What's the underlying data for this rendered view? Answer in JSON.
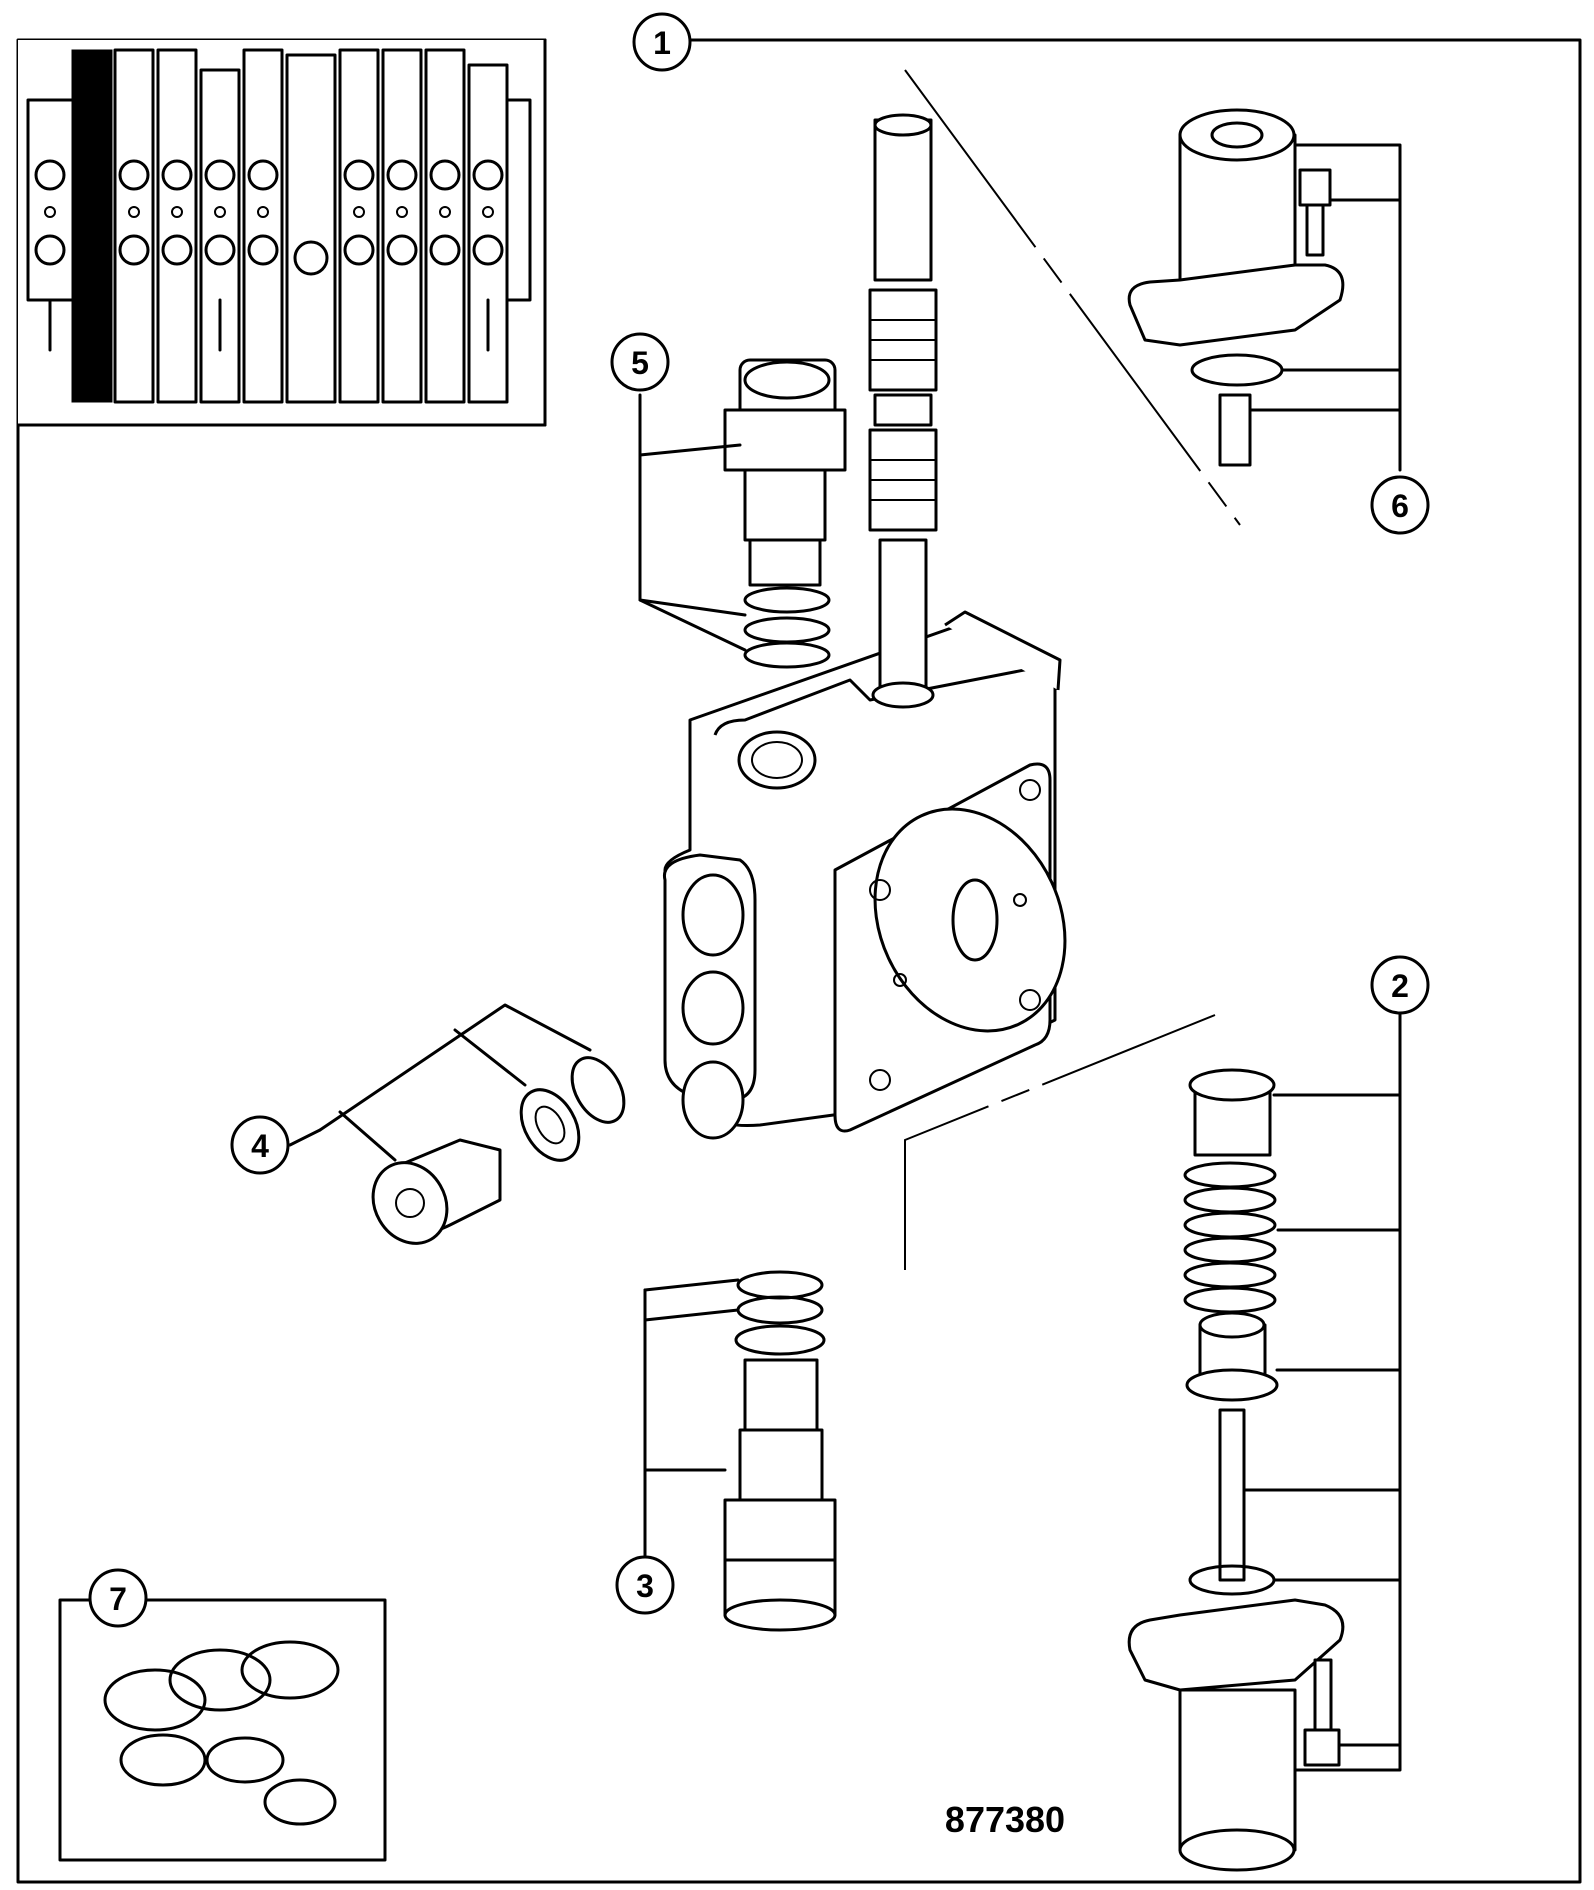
{
  "callouts": [
    "1",
    "2",
    "3",
    "4",
    "5",
    "6",
    "7"
  ],
  "reference_number": "877380",
  "colors": {
    "line": "#000000",
    "background": "#ffffff",
    "highlight_section": "#000000"
  }
}
